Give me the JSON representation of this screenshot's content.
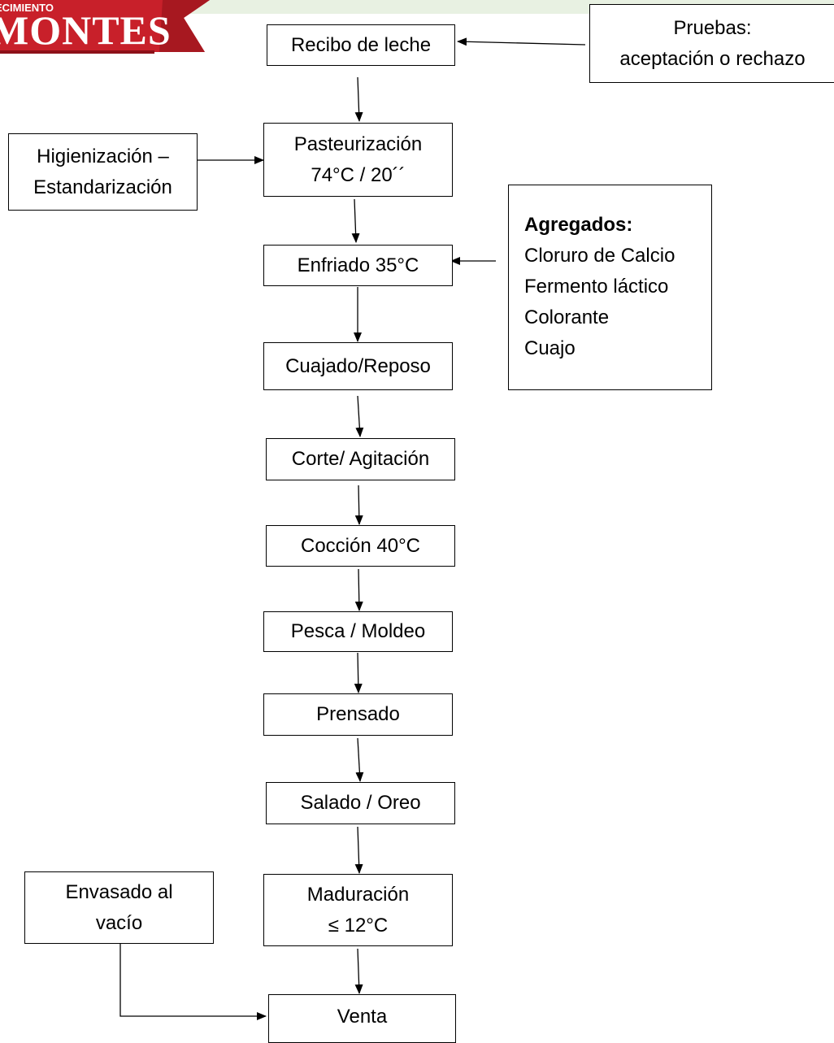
{
  "logo": {
    "small_text": "ECIMIENTO",
    "big_text": "MONTES",
    "colors": {
      "red": "#c8202a",
      "dark_red": "#8d1119",
      "white": "#ffffff"
    }
  },
  "header_band_color": "#e8f1e2",
  "flowchart": {
    "main_steps": [
      {
        "id": "recibo",
        "lines": [
          "Recibo de leche"
        ]
      },
      {
        "id": "pasteurizacion",
        "lines": [
          "Pasteurización",
          "74°C / 20´´"
        ]
      },
      {
        "id": "enfriado",
        "lines": [
          "Enfriado 35°C"
        ]
      },
      {
        "id": "cuajado",
        "lines": [
          "Cuajado/Reposo"
        ]
      },
      {
        "id": "corte",
        "lines": [
          "Corte/ Agitación"
        ]
      },
      {
        "id": "coccion",
        "lines": [
          "Cocción 40°C"
        ]
      },
      {
        "id": "pesca",
        "lines": [
          "Pesca / Moldeo"
        ]
      },
      {
        "id": "prensado",
        "lines": [
          "Prensado"
        ]
      },
      {
        "id": "salado",
        "lines": [
          "Salado / Oreo"
        ]
      },
      {
        "id": "maduracion",
        "lines": [
          "Maduración",
          "≤ 12°C"
        ]
      },
      {
        "id": "venta",
        "lines": [
          "Venta"
        ]
      }
    ],
    "side_boxes": {
      "pruebas": {
        "lines": [
          "Pruebas:",
          "aceptación o rechazo"
        ]
      },
      "higienizacion": {
        "lines": [
          "Higienización –",
          "Estandarización"
        ]
      },
      "agregados": {
        "heading": "Agregados:",
        "items": [
          "Cloruro de Calcio",
          "Fermento láctico",
          "Colorante",
          "Cuajo"
        ]
      },
      "envasado": {
        "lines": [
          "Envasado al",
          "vacío"
        ]
      }
    }
  }
}
